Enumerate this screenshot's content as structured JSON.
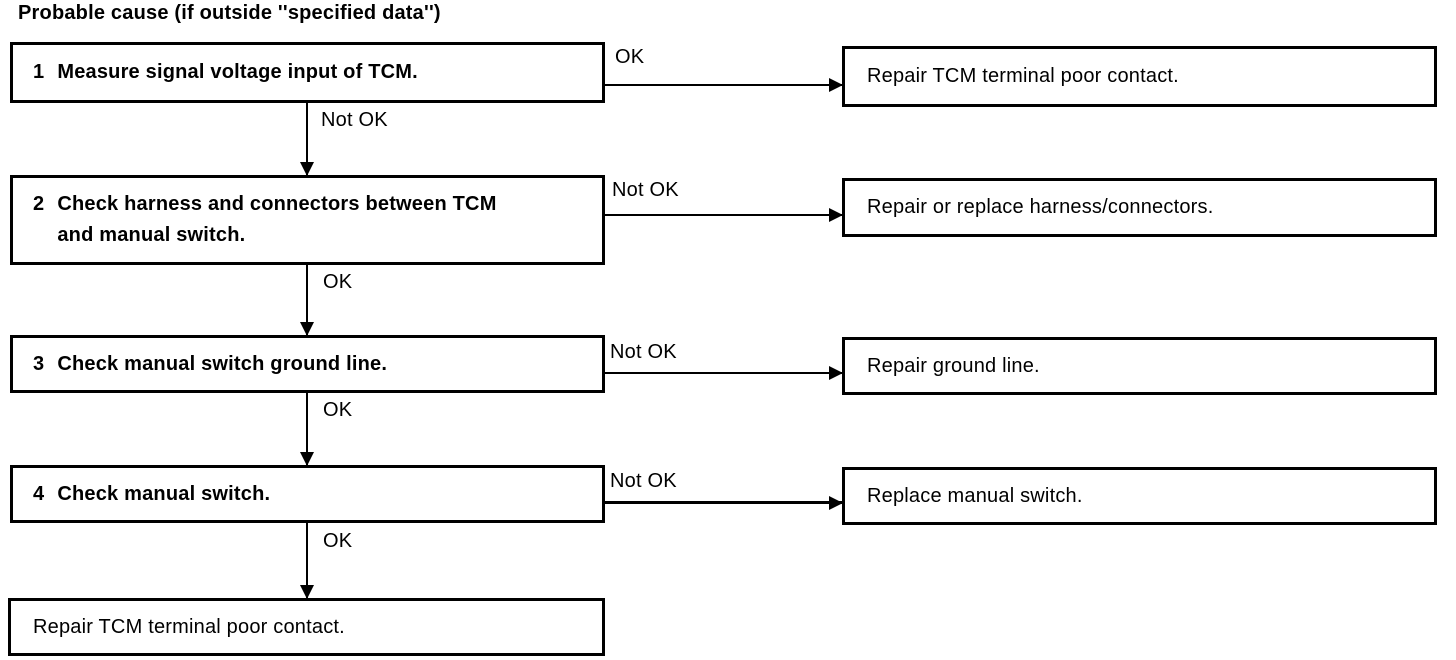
{
  "page_title": "Probable cause (if outside ''specified data'')",
  "colors": {
    "ink": "#000000",
    "paper": "#ffffff"
  },
  "rows": [
    {
      "step_num": "1",
      "step_lines": [
        "Measure signal voltage input of TCM."
      ],
      "branch_label": "OK",
      "action_text": "Repair TCM terminal poor contact.",
      "down_label": "Not OK"
    },
    {
      "step_num": "2",
      "step_lines": [
        "Check harness and connectors between TCM",
        "and manual switch."
      ],
      "branch_label": "Not OK",
      "action_text": "Repair or replace harness/connectors.",
      "down_label": "OK"
    },
    {
      "step_num": "3",
      "step_lines": [
        "Check manual switch ground line."
      ],
      "branch_label": "Not OK",
      "action_text": "Repair ground line.",
      "down_label": "OK"
    },
    {
      "step_num": "4",
      "step_lines": [
        "Check manual switch."
      ],
      "branch_label": "Not OK",
      "action_text": "Replace manual switch.",
      "down_label": "OK"
    }
  ],
  "final_box": {
    "text": "Repair TCM terminal poor contact."
  }
}
